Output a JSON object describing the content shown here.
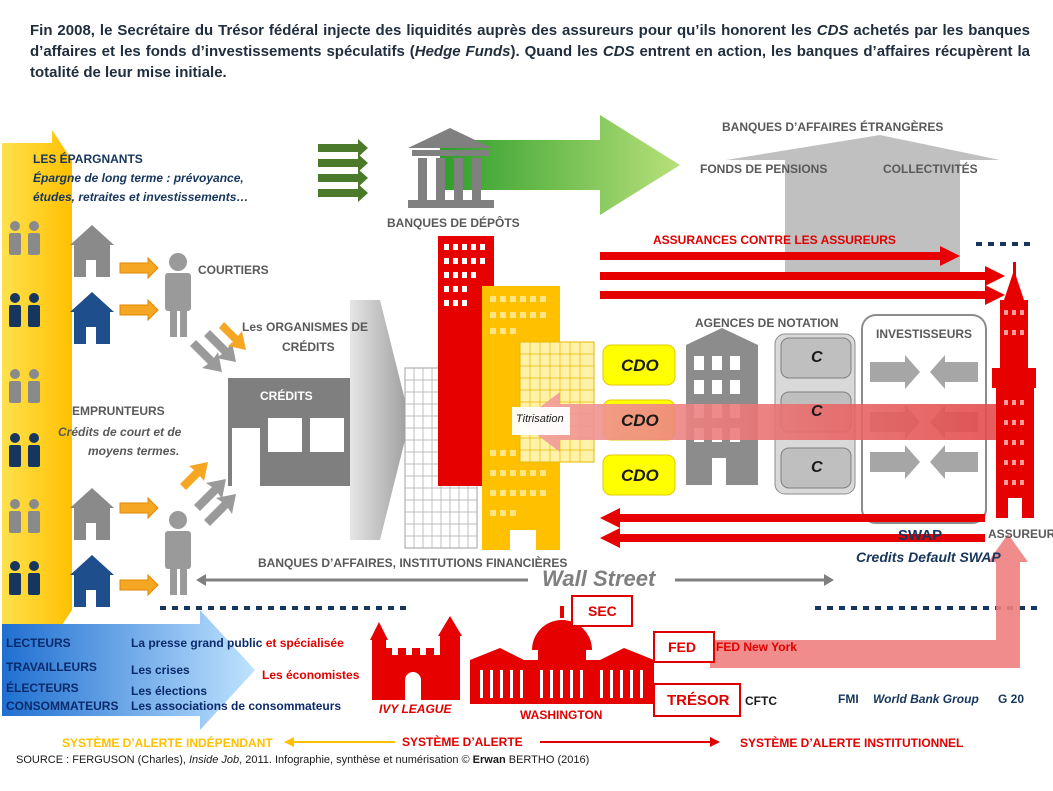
{
  "intro": {
    "part1": "Fin 2008, le Secrétaire du Trésor fédéral injecte des liquidités auprès des assureurs pour qu’ils honorent les ",
    "cds1": "CDS",
    "part2": " achetés par les banques d’affaires et les fonds d’investissements spéculatifs (",
    "hedge": "Hedge Funds",
    "part3": "). Quand les ",
    "cds2": "CDS",
    "part4": " entrent en action, les banques d’affaires récupèrent la totalité de leur mise initiale."
  },
  "labels": {
    "epargnants": "LES ÉPARGNANTS",
    "epargne1": "Épargne de long terme : prévoyance,",
    "epargne2": "études, retraites et investissements…",
    "courtiers": "COURTIERS",
    "organismes1": "Les ORGANISMES DE",
    "organismes2": "CRÉDITS",
    "credits": "CRÉDITS",
    "emprunteurs": "EMPRUNTEURS",
    "emprunteurs_sub1": "Crédits de court et de",
    "emprunteurs_sub2": "moyens termes.",
    "banques_depots": "BANQUES DE DÉPÔTS",
    "banques_etrangeres": "BANQUES D’AFFAIRES ÉTRANGÈRES",
    "fonds_pensions": "FONDS DE PENSIONS",
    "collectivites": "COLLECTIVITÉS",
    "assurances": "ASSURANCES CONTRE LES ASSUREURS",
    "agences": "AGENCES DE NOTATION",
    "investisseurs": "INVESTISSEURS",
    "cdo": "CDO",
    "c": "C",
    "titrisation": "Titrisation",
    "swap": "SWAP",
    "credits_default": "Credits Default SWAP",
    "assureurs": "ASSUREURS",
    "banques_affaires": "BANQUES D’AFFAIRES, INSTITUTIONS FINANCIÈRES",
    "wall_street": "Wall Street",
    "sec": "SEC",
    "fed": "FED",
    "fed_ny": "FED New York",
    "tresor": "TRÉSOR",
    "cftc": "CFTC",
    "fmi": "FMI",
    "world_bank": "World Bank Group",
    "g20": "G 20",
    "ivy": "IVY LEAGUE",
    "washington": "WASHINGTON",
    "lecteurs": "LECTEURS",
    "travailleurs": "TRAVAILLEURS",
    "electeurs": "ÉLECTEURS",
    "consommateurs": "CONSOMMATEURS",
    "presse1": "La presse grand public ",
    "presse2": "et spécialisée",
    "crises": "Les crises",
    "economistes": "Les économistes",
    "elections": "Les élections",
    "associations": "Les associations de consommateurs",
    "alerte_indep": "SYSTÈME D’ALERTE INDÉPENDANT",
    "alerte": "SYSTÈME D’ALERTE",
    "alerte_inst": "SYSTÈME D’ALERTE INSTITUTIONNEL"
  },
  "source": {
    "prefix": "SOURCE : FERGUSON (Charles), ",
    "title": "Inside Job",
    "middle": ", 2011. Infographie, synthèse et numérisation © ",
    "author": "Erwan",
    "suffix": " BERTHO (2016)"
  },
  "colors": {
    "red": "#e00000",
    "yellow": "#ffd200",
    "green": "#4caf2a",
    "blue": "#2f7fd6",
    "navy": "#17365d",
    "grey": "#8c8c8c"
  }
}
